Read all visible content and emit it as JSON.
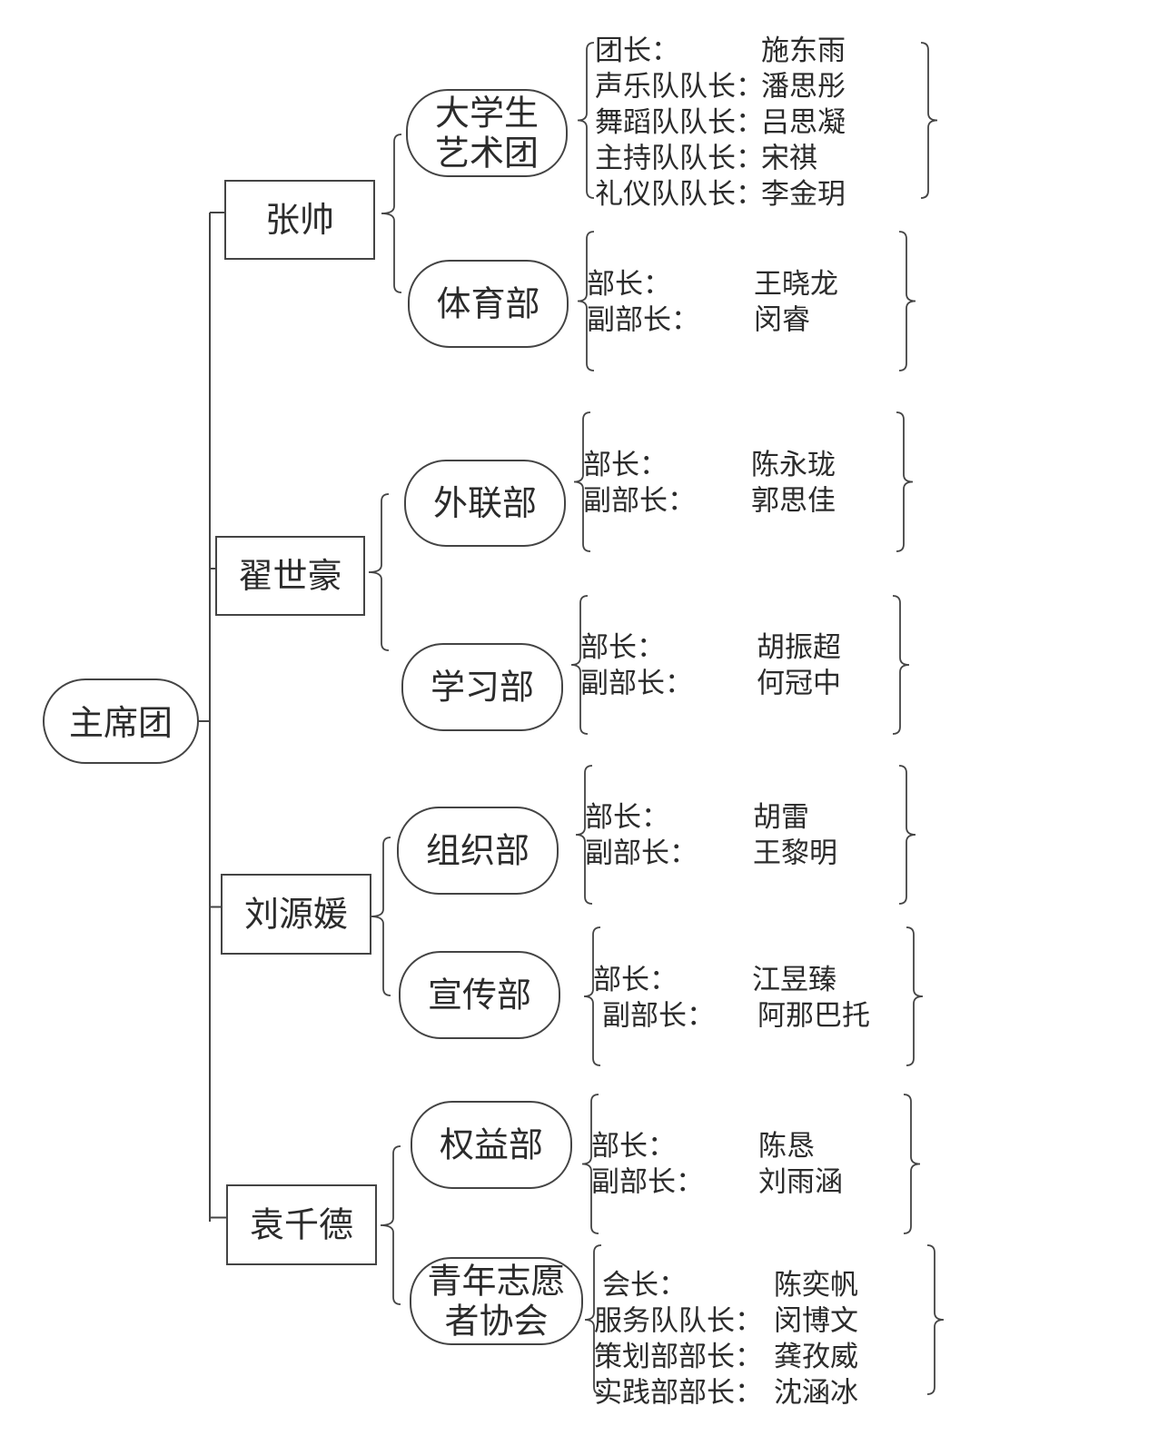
{
  "root": {
    "label": "主席团"
  },
  "branches": [
    {
      "leader": "张帅",
      "departments": [
        {
          "name": [
            "大学生",
            "艺术团"
          ],
          "staff": [
            {
              "role": "团长：",
              "person": "施东雨"
            },
            {
              "role": "声乐队队长：",
              "person": "潘思彤"
            },
            {
              "role": "舞蹈队队长：",
              "person": "吕思凝"
            },
            {
              "role": "主持队队长：",
              "person": "宋祺"
            },
            {
              "role": "礼仪队队长：",
              "person": "李金玥"
            }
          ]
        },
        {
          "name": [
            "体育部"
          ],
          "staff": [
            {
              "role": "部长：",
              "person": "王晓龙"
            },
            {
              "role": "副部长：",
              "person": "闵睿"
            }
          ]
        }
      ]
    },
    {
      "leader": "翟世豪",
      "departments": [
        {
          "name": [
            "外联部"
          ],
          "staff": [
            {
              "role": "部长：",
              "person": "陈永珑"
            },
            {
              "role": "副部长：",
              "person": "郭思佳"
            }
          ]
        },
        {
          "name": [
            "学习部"
          ],
          "staff": [
            {
              "role": "部长：",
              "person": "胡振超"
            },
            {
              "role": "副部长：",
              "person": "何冠中"
            }
          ]
        }
      ]
    },
    {
      "leader": "刘源媛",
      "departments": [
        {
          "name": [
            "组织部"
          ],
          "staff": [
            {
              "role": "部长：",
              "person": "胡雷"
            },
            {
              "role": "副部长：",
              "person": "王黎明"
            }
          ]
        },
        {
          "name": [
            "宣传部"
          ],
          "staff": [
            {
              "role": "部长：",
              "person": "江昱臻"
            },
            {
              "role": "副部长：",
              "person": "阿那巴托"
            }
          ]
        }
      ]
    },
    {
      "leader": "袁千德",
      "departments": [
        {
          "name": [
            "权益部"
          ],
          "staff": [
            {
              "role": "部长：",
              "person": "陈恳"
            },
            {
              "role": "副部长：",
              "person": "刘雨涵"
            }
          ]
        },
        {
          "name": [
            "青年志愿",
            "者协会"
          ],
          "staff": [
            {
              "role": "会长：",
              "person": "陈奕帆"
            },
            {
              "role": "服务队队长：",
              "person": "闵博文"
            },
            {
              "role": "策划部部长：",
              "person": "龚孜威"
            },
            {
              "role": "实践部部长：",
              "person": "沈涵冰"
            }
          ]
        }
      ]
    }
  ]
}
